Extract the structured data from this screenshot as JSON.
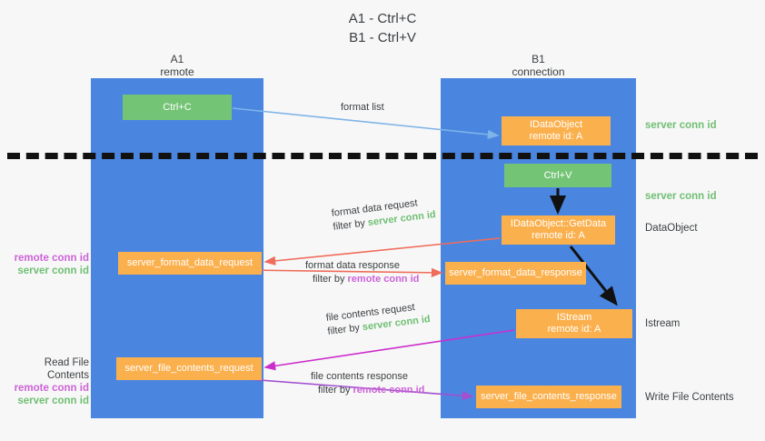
{
  "title": "A1 - Ctrl+C\nB1 - Ctrl+V",
  "lanes": [
    {
      "name": "A1",
      "sub": "remote",
      "header": "A1\nremote"
    },
    {
      "name": "B1",
      "sub": "connection",
      "header": "B1\nconnection"
    }
  ],
  "nodes": {
    "ctrl_c": "Ctrl+C",
    "data_object": "IDataObject\nremote id: A",
    "ctrl_v": "Ctrl+V",
    "get_data": "IDataObject::GetData\nremote id: A",
    "format_data_request": "server_format_data_request",
    "format_data_response": "server_format_data_response",
    "istream": "IStream\nremote id: A",
    "file_contents_request": "server_file_contents_request",
    "file_contents_response": "server_file_contents_response"
  },
  "right_notes": {
    "server_conn_id_1": "server conn id",
    "server_conn_id_2": "server conn id",
    "data_object": "DataObject",
    "istream": "Istream",
    "write_file_contents": "Write File Contents"
  },
  "left_notes": {
    "note1_remote": "remote conn id",
    "note1_server": "server conn id",
    "read_file_contents": "Read File Contents",
    "note2_remote": "remote conn id",
    "note2_server": "server conn id"
  },
  "edges": {
    "format_list": "format list",
    "format_data_request_line1": "format data request",
    "format_data_request_filter_prefix": "filter by ",
    "format_data_request_filter_value": "server conn id",
    "format_data_response_line1": "format data response",
    "format_data_response_filter_prefix": "filter by ",
    "format_data_response_filter_value": "remote conn id",
    "file_contents_request_line1": "file contents request",
    "file_contents_request_filter_prefix": "filter by ",
    "file_contents_request_filter_value": "server conn id",
    "file_contents_response_line1": "file contents response",
    "file_contents_response_filter_prefix": "filter by ",
    "file_contents_response_filter_value": "remote conn id"
  },
  "colors": {
    "lane": "#4a86e0",
    "green_box": "#74c476",
    "orange_box": "#fbb04e",
    "server_conn_id": "#70bf73",
    "remote_conn_id": "#cc63d6",
    "arrow_blue": "#7fb4e8",
    "arrow_red": "#ef6c5a",
    "arrow_magenta": "#cc2ecc",
    "arrow_purple": "#a24fd0",
    "arrow_black": "#111111"
  }
}
